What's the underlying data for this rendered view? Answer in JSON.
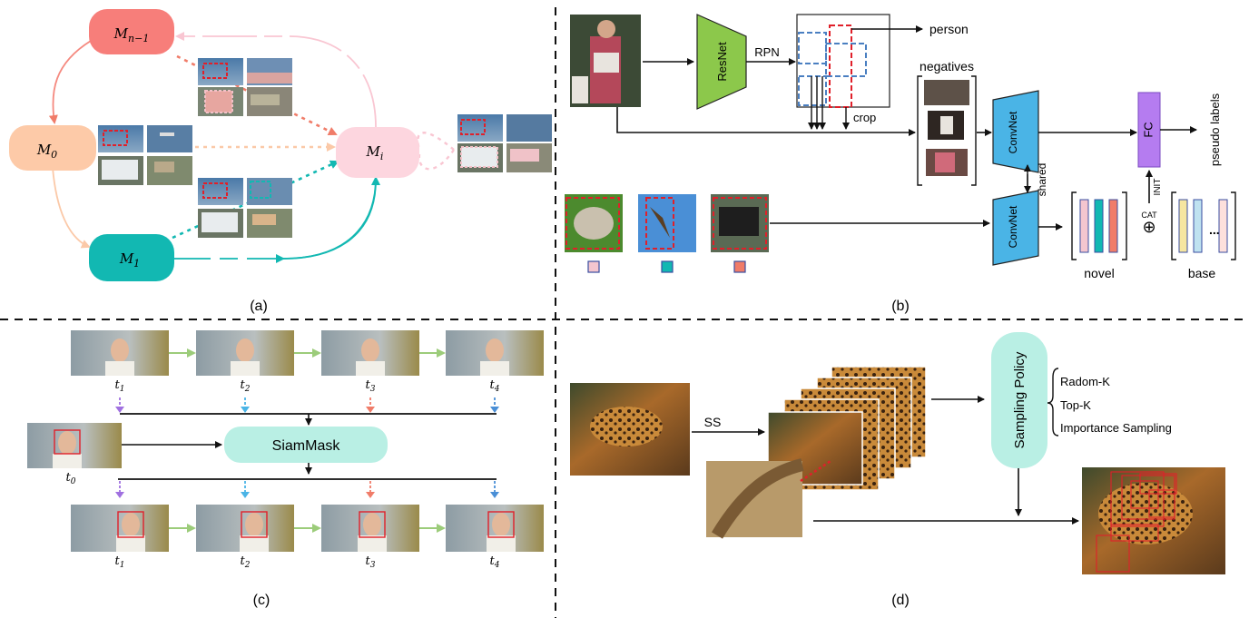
{
  "panel_a": {
    "caption": "(a)",
    "node_mn1_base": "M",
    "node_mn1_sub": "n−1",
    "node_m0_base": "M",
    "node_m0_sub": "0",
    "node_m1_base": "M",
    "node_m1_sub": "1",
    "node_mi_base": "M",
    "node_mi_sub": "i",
    "colors": {
      "mn1": "#f77e7a",
      "m0": "#fdcaa8",
      "m1": "#12b8b2",
      "mi": "#fdd6df"
    }
  },
  "panel_b": {
    "caption": "(b)",
    "resnet_label": "ResNet",
    "rpn_label": "RPN",
    "person_label": "person",
    "crop_label": "crop",
    "negatives_label": "negatives",
    "convnet_top_label": "ConvNet",
    "convnet_bottom_label": "ConvNet",
    "shared_label": "shared",
    "fc_label": "FC",
    "pseudo_labels_label": "pseudo labels",
    "init_label": "INIT",
    "cat_label": "CAT",
    "cat_symbol": "⊕",
    "novel_label": "novel",
    "base_label": "base",
    "ellipsis": "...",
    "colors": {
      "resnet": "#8cc84b",
      "convnet": "#4ab4e6",
      "fc": "#b57cf0"
    }
  },
  "panel_c": {
    "caption": "(c)",
    "siammask_label": "SiamMask",
    "t0_base": "t",
    "t0_sub": "0",
    "top_labels": [
      {
        "base": "t",
        "sub": "1"
      },
      {
        "base": "t",
        "sub": "2"
      },
      {
        "base": "t",
        "sub": "3"
      },
      {
        "base": "t",
        "sub": "4"
      }
    ],
    "bottom_labels": [
      {
        "base": "t",
        "sub": "1"
      },
      {
        "base": "t",
        "sub": "2"
      },
      {
        "base": "t",
        "sub": "3"
      },
      {
        "base": "t",
        "sub": "4"
      }
    ],
    "colors": {
      "siammask": "#b9efe4"
    }
  },
  "panel_d": {
    "caption": "(d)",
    "ss_label": "SS",
    "sampling_policy_label": "Sampling Policy",
    "options": [
      "Radom-K",
      "Top-K",
      "Importance Sampling"
    ],
    "colors": {
      "policy": "#b9efe4"
    }
  }
}
